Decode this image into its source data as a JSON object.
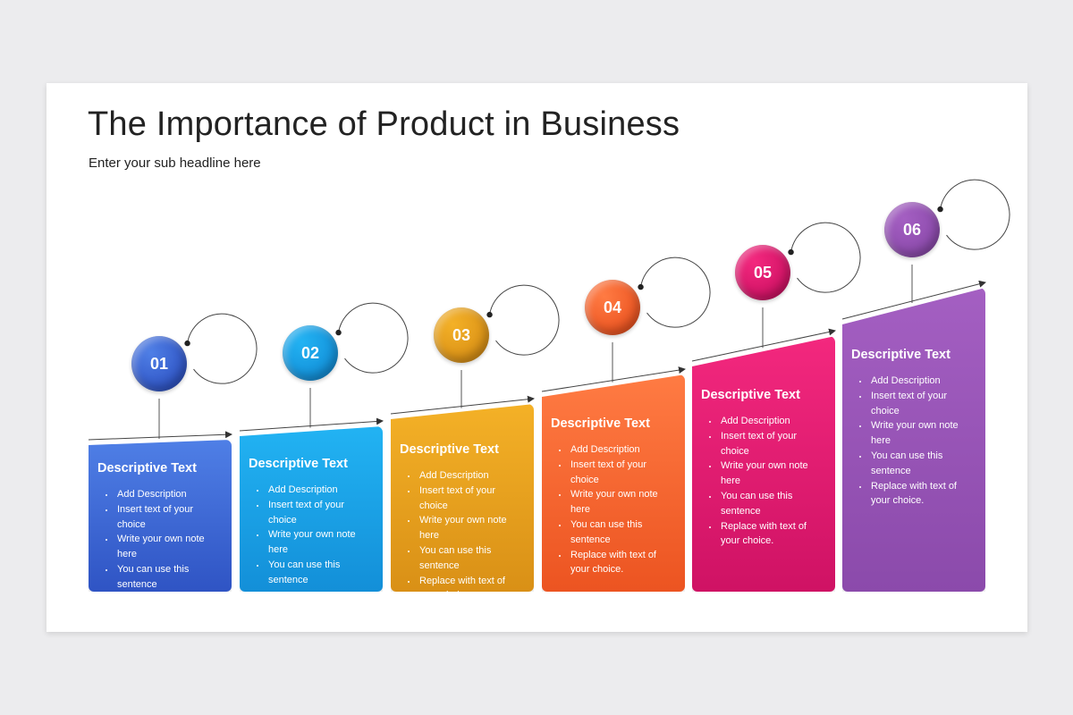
{
  "title": "The Importance of Product in Business",
  "subtitle": "Enter your sub headline here",
  "steps": [
    {
      "number": "01",
      "heading": "Descriptive Text",
      "color_top": "#4f7fe6",
      "color_bottom": "#2f54c4",
      "items": [
        "Add Description",
        "Insert text of your choice",
        "Write your own note here",
        "You can use this sentence"
      ]
    },
    {
      "number": "02",
      "heading": "Descriptive Text",
      "color_top": "#22b3f3",
      "color_bottom": "#138fd8",
      "items": [
        "Add Description",
        "Insert text of your choice",
        "Write your own note here",
        "You can use this sentence"
      ]
    },
    {
      "number": "03",
      "heading": "Descriptive Text",
      "color_top": "#f4b127",
      "color_bottom": "#d99016",
      "items": [
        "Add Description",
        "Insert text of your choice",
        "Write your own note here",
        "You can use this sentence",
        "Replace with text of your choice."
      ]
    },
    {
      "number": "04",
      "heading": "Descriptive Text",
      "color_top": "#ff7b43",
      "color_bottom": "#ec5421",
      "items": [
        "Add Description",
        "Insert text of your choice",
        "Write your own note here",
        "You can use this sentence",
        "Replace with text of your choice."
      ]
    },
    {
      "number": "05",
      "heading": "Descriptive Text",
      "color_top": "#f3287e",
      "color_bottom": "#cf1264",
      "items": [
        "Add Description",
        "Insert text of your",
        "choice",
        "Write your own note",
        "here",
        "You can use this",
        "sentence",
        "Replace with text of",
        "your choice."
      ]
    },
    {
      "number": "06",
      "heading": "Descriptive Text",
      "color_top": "#a45fc2",
      "color_bottom": "#8b4aab",
      "items": [
        "Add Description",
        "Insert text of your choice",
        "Write your own note here",
        "You can use this sentence",
        "Replace with text of your choice."
      ]
    }
  ]
}
